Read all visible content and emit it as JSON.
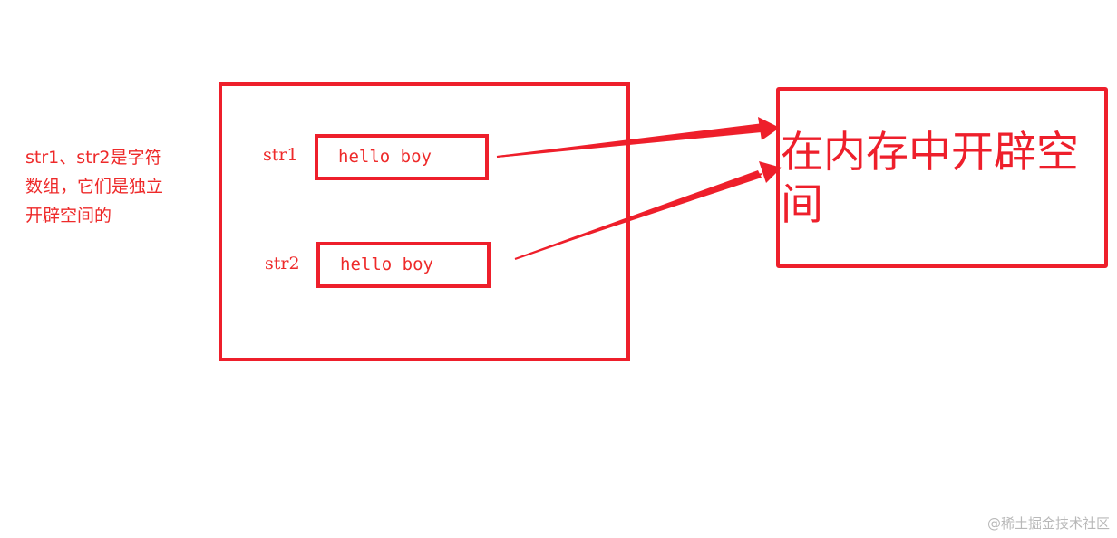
{
  "note": {
    "line1": "str1、str2是字符",
    "line2": "数组，它们是独立",
    "line3": "开辟空间的"
  },
  "variables": [
    {
      "name": "str1",
      "value": "hello boy"
    },
    {
      "name": "str2",
      "value": "hello boy"
    }
  ],
  "memory_box": {
    "text": "在内存中开辟空间"
  },
  "watermark": "@稀土掘金技术社区",
  "colors": {
    "accent": "#ee1f2b",
    "watermark": "#b8b8b8"
  }
}
